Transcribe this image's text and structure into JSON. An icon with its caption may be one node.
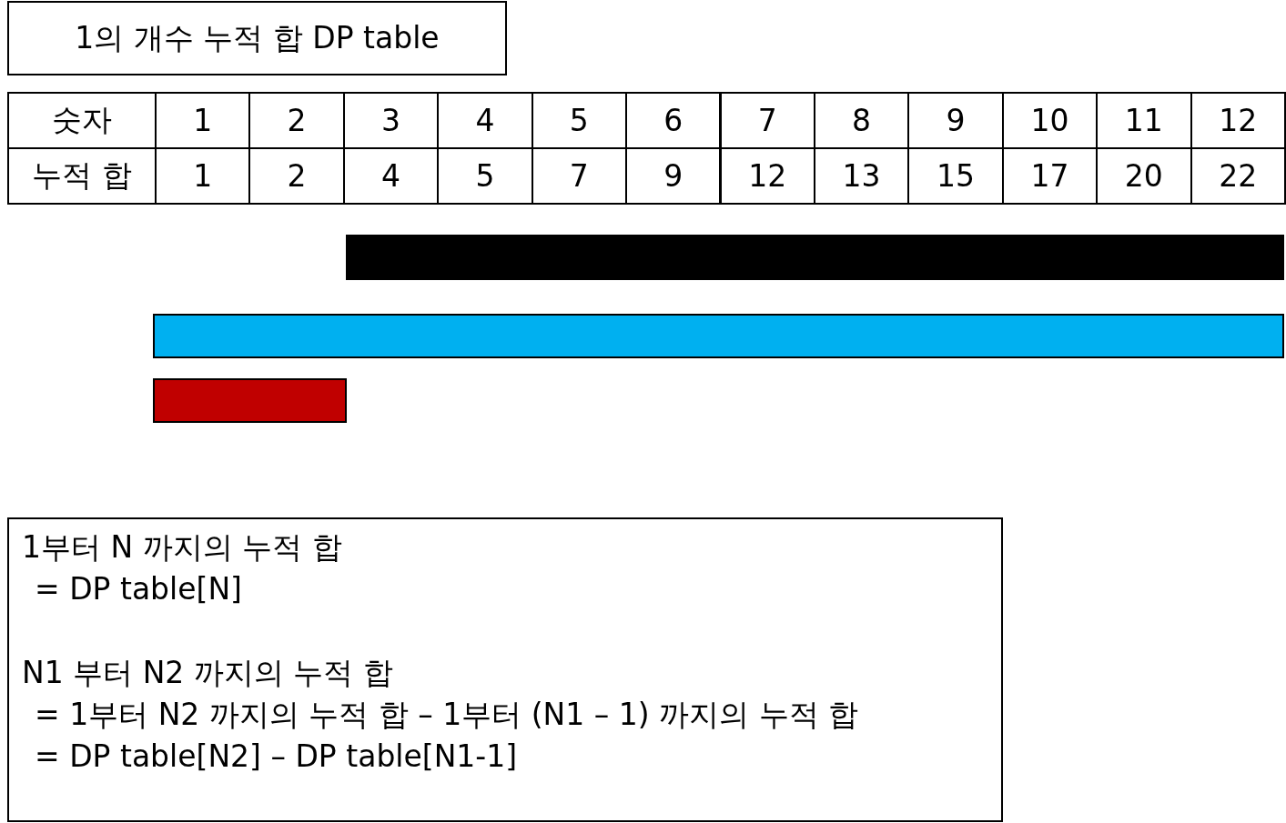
{
  "diagram": {
    "nodes": [
      {
        "text": [
          "1의 개수 누적 합 DP table"
        ]
      },
      {
        "text": [],
        "shape": "bar"
      },
      {
        "text": [],
        "shape": "bar"
      },
      {
        "text": [],
        "shape": "bar"
      },
      {
        "text": [
          "1부터 N 까지의 누적 합",
          "= DP table[N]",
          "N1 부터 N2 까지의 누적 합",
          "= 1부터 N2 까지의 누적 합 – 1부터 (N1 – 1) 까지의 누적 합",
          "= DP table[N2] – DP table[N1-1]"
        ]
      }
    ],
    "edges": [],
    "labels": [
      "숫자",
      "1",
      "2",
      "3",
      "4",
      "5",
      "6",
      "7",
      "8",
      "9",
      "10",
      "11",
      "12",
      "누적 합",
      "1",
      "2",
      "4",
      "5",
      "7",
      "9",
      "12",
      "13",
      "15",
      "17",
      "20",
      "22"
    ]
  }
}
